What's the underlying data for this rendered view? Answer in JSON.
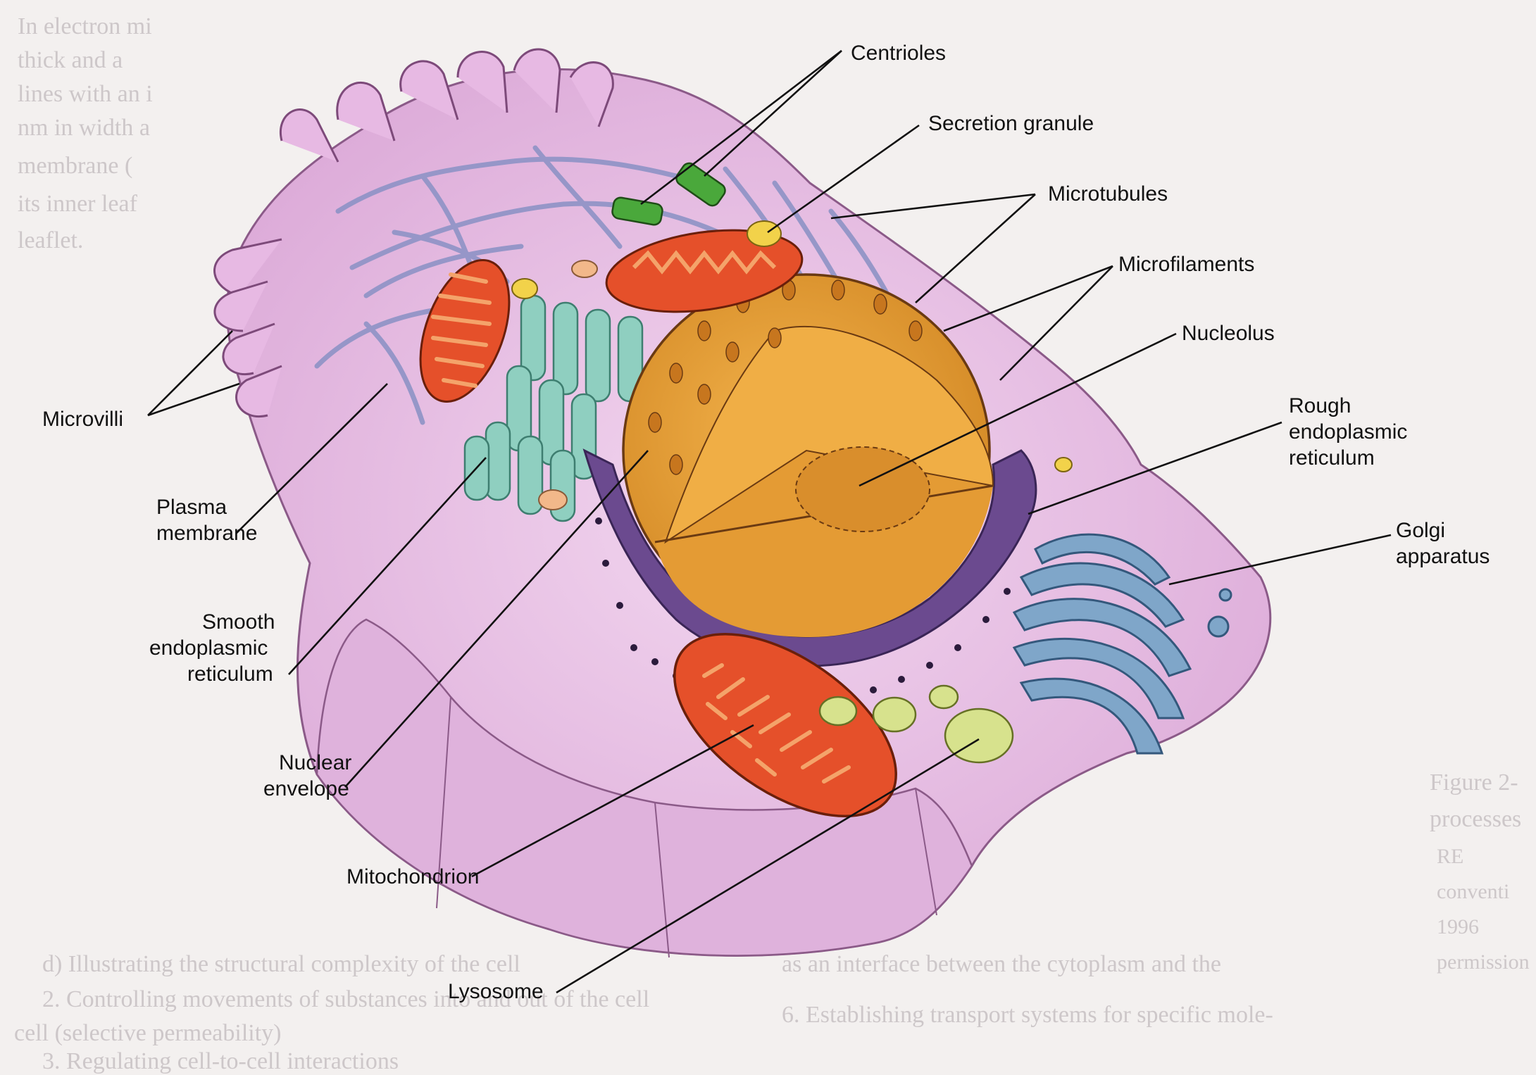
{
  "labels": {
    "centrioles": "Centrioles",
    "secretion_granule": "Secretion granule",
    "microtubules": "Microtubules",
    "microfilaments": "Microfilaments",
    "nucleolus": "Nucleolus",
    "rough_er": [
      "Rough",
      "endoplasmic",
      "reticulum"
    ],
    "golgi": [
      "Golgi",
      "apparatus"
    ],
    "microvilli": "Microvilli",
    "plasma_membrane": [
      "Plasma",
      "membrane"
    ],
    "smooth_er": [
      "Smooth",
      "endoplasmic",
      "reticulum"
    ],
    "nuclear_envelope": [
      "Nuclear",
      "envelope"
    ],
    "mitochondrion": "Mitochondrion",
    "lysosome": "Lysosome"
  },
  "background_text": {
    "top_left": [
      "In electron mi",
      "thick and a",
      "lines with an i",
      "nm in width a",
      "membrane (",
      "its inner leaf",
      "leaflet."
    ],
    "right": [
      "Figure 2-",
      "processes",
      "RE",
      "conventi",
      "1996",
      "permission"
    ],
    "bottom": [
      "d) Illustrating the structural complexity of the cell",
      "as an interface between the cytoplasm and the",
      "2. Controlling movements of substances into and out of the cell",
      "6. Establishing transport systems for specific mole-",
      "cell (selective permeability)",
      "3. Regulating cell-to-cell interactions"
    ]
  },
  "colors": {
    "cytoplasm": "#e9c6e6",
    "membrane": "#d9a6d6",
    "nucleus": "#eba53a",
    "nucleus_inner": "#d98e2c",
    "mitochondrion": "#e5502a",
    "mito_cristae": "#f4a36a",
    "smooth_er": "#8fcfc0",
    "rough_er": "#5d3d7c",
    "golgi": "#7fa6c9",
    "lysosome": "#d7e28d",
    "centriole": "#4aa83b",
    "microtubule": "#8e93c6",
    "background": "#f3f0ef"
  }
}
